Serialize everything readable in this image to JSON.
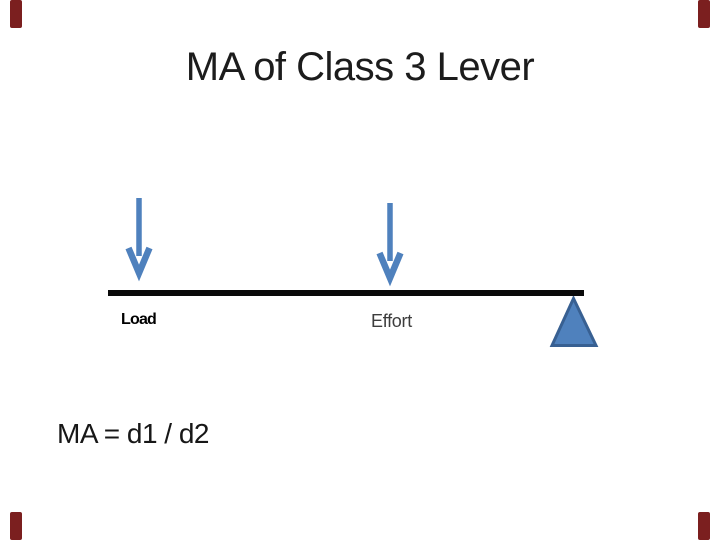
{
  "slide": {
    "title": "MA of Class 3 Lever",
    "diagram": {
      "load_label": "Load",
      "effort_label": "Effort"
    },
    "formula": "MA = d1 / d2",
    "colors": {
      "shape_blue": "#4f81bd",
      "shape_blue_border": "#386092",
      "lever_line": "#0a0a0a",
      "corner_accent": "#7b1f1f",
      "title_text": "#1c1c1c",
      "formula_text": "#171717",
      "background": "#ffffff"
    }
  }
}
